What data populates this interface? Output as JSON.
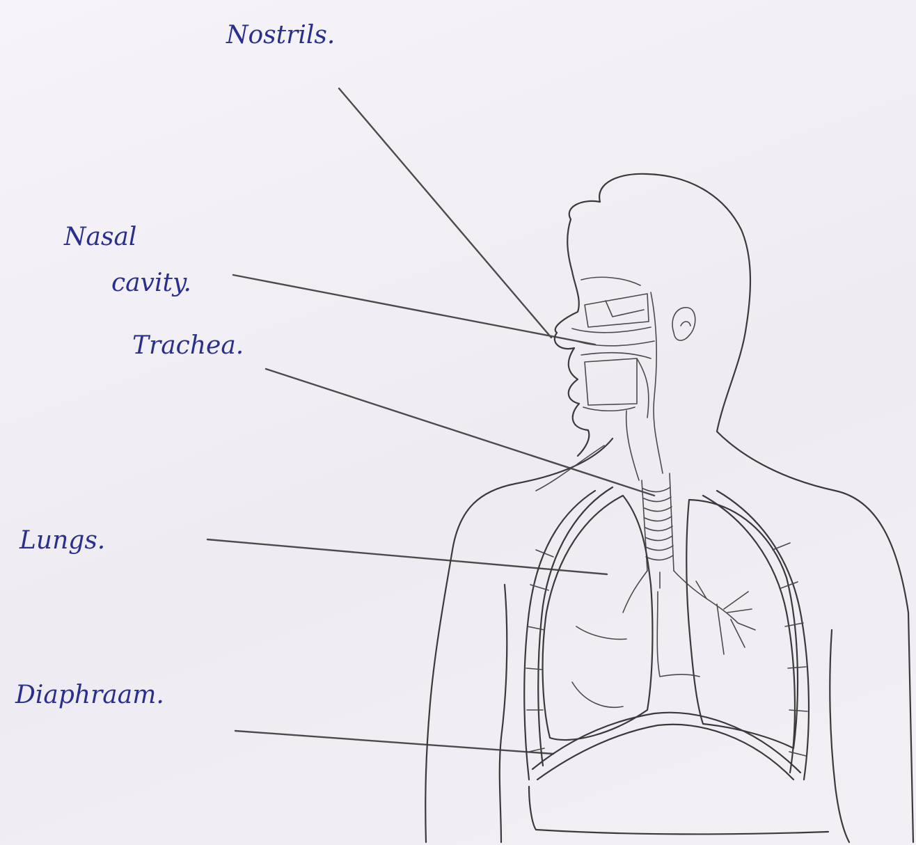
{
  "labels": {
    "nostrils": "Nostrils.",
    "nasal_cavity_line1": "Nasal",
    "nasal_cavity_line2": "cavity.",
    "trachea": "Trachea.",
    "lungs": "Lungs.",
    "diaphragm": "Diaphraam."
  },
  "colors": {
    "label_ink": "#2a2f8e",
    "drawing_ink": "#3a3a3a",
    "paper": "#f1eef4"
  }
}
